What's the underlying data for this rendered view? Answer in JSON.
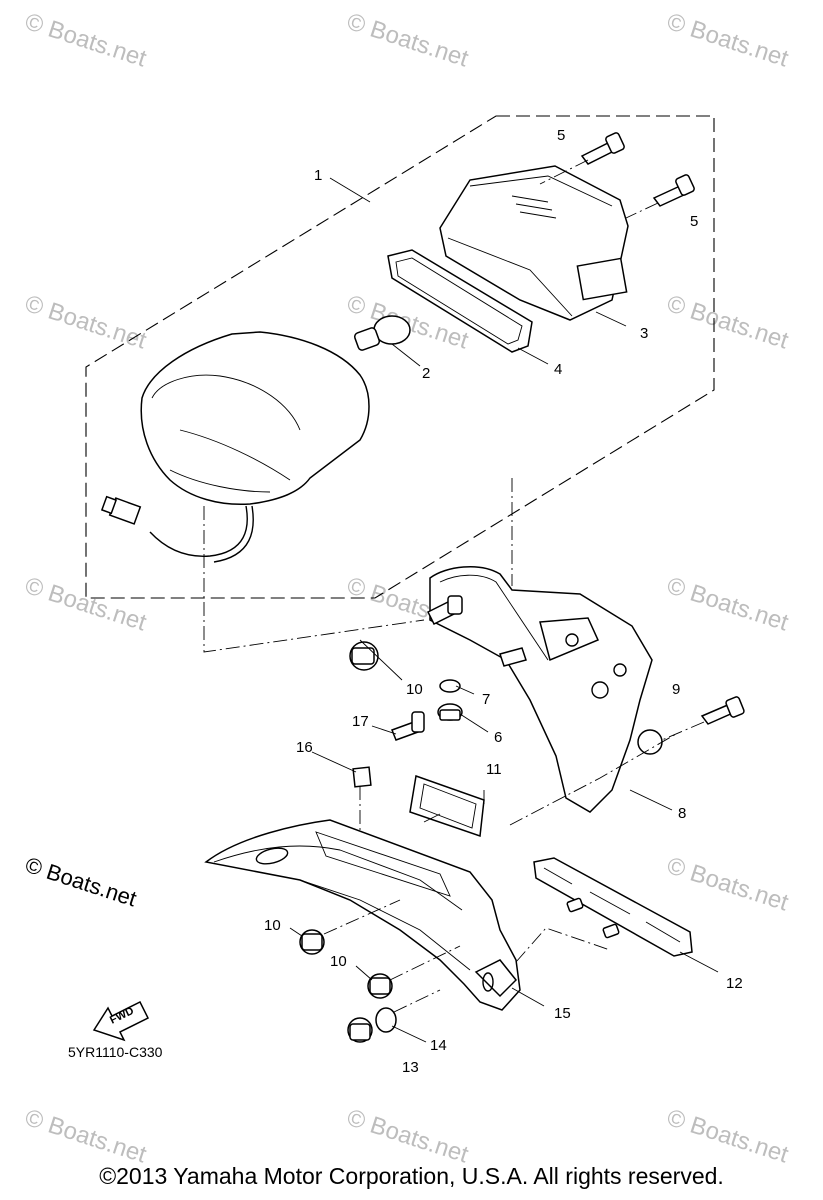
{
  "watermark": "© Boats.net",
  "brand_mark": "© Boats.net",
  "diagram_code": "5YR1110-C330",
  "copyright": "©2013 Yamaha Motor Corporation, U.S.A. All rights reserved.",
  "fwd_label": "FWD",
  "callouts": {
    "c1": "1",
    "c2": "2",
    "c3": "3",
    "c4": "4",
    "c5a": "5",
    "c5b": "5",
    "c6": "6",
    "c7": "7",
    "c8": "8",
    "c9": "9",
    "c10a": "10",
    "c10b": "10",
    "c10c": "10",
    "c11": "11",
    "c12": "12",
    "c13": "13",
    "c14": "14",
    "c15": "15",
    "c16": "16",
    "c17": "17"
  }
}
